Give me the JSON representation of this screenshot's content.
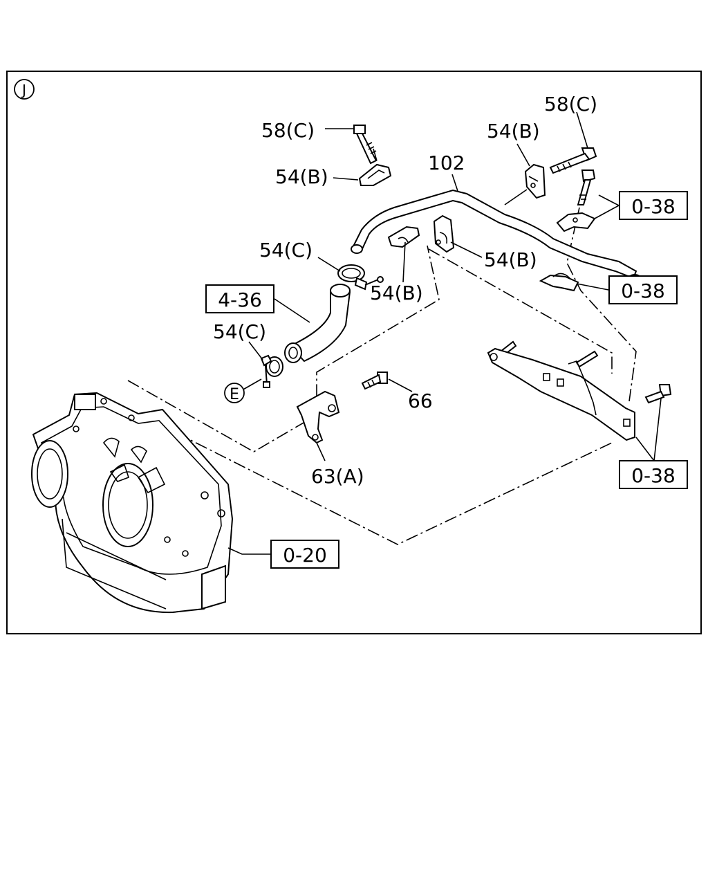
{
  "section_marker": "J",
  "labels": {
    "l_58c_left": "58(C)",
    "l_54b_left": "54(B)",
    "l_102": "102",
    "l_54b_top": "54(B)",
    "l_58c_right": "58(C)",
    "l_54c_upper": "54(C)",
    "l_54b_center": "54(B)",
    "l_54b_right": "54(B)",
    "l_54c_lower": "54(C)",
    "l_66": "66",
    "l_63a": "63(A)"
  },
  "ref_boxes": {
    "r_438": "4-36",
    "r_038_top": "0-38",
    "r_038_mid": "0-38",
    "r_038_bottom": "0-38",
    "r_020": "0-20"
  },
  "connector_E": "E"
}
